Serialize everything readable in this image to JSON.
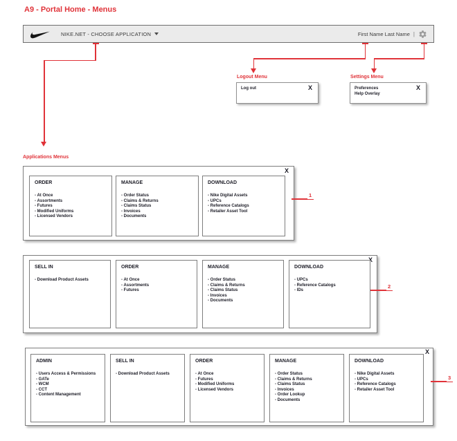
{
  "page_title": "A9 - Portal Home - Menus",
  "header": {
    "logo": "nike-swoosh",
    "app_chooser": "NIKE.NET - CHOOSE APPLICATION",
    "user_name": "First Name Last Name",
    "separator": "|"
  },
  "callouts": {
    "applications_menus_label": "Applications Menus",
    "logout_menu_label": "Logout Menu",
    "settings_menu_label": "Settings Menu"
  },
  "logout_menu": {
    "close": "X",
    "items": [
      "Log out"
    ]
  },
  "settings_menu": {
    "close": "X",
    "items": [
      "Preferences",
      "Help Overlay"
    ]
  },
  "item_prefix": "- ",
  "app_panels": [
    {
      "ref": "1",
      "close": "X",
      "columns": [
        {
          "title": "ORDER",
          "items": [
            "At Once",
            "Assortments",
            "Futures",
            "Modified Uniforms",
            "Licensed Vendors"
          ]
        },
        {
          "title": "MANAGE",
          "items": [
            "Order Status",
            "Claims & Returns",
            "Claims Status",
            "Invoices",
            "Documents"
          ]
        },
        {
          "title": "DOWNLOAD",
          "items": [
            "Nike Digital Assets",
            "UPCs",
            "Reference Catalogs",
            "Retailer Asset Tool"
          ]
        }
      ]
    },
    {
      "ref": "2",
      "close": "X",
      "columns": [
        {
          "title": "SELL IN",
          "items": [
            "Download Product Assets"
          ]
        },
        {
          "title": "ORDER",
          "items": [
            "At Once",
            "Assortments",
            "Futures"
          ]
        },
        {
          "title": "MANAGE",
          "items": [
            "Order Status",
            "Claims & Returns",
            "Claims Status",
            "Invoices",
            "Documents"
          ]
        },
        {
          "title": "DOWNLOAD",
          "items": [
            "UPCs",
            "Reference Catalogs",
            "IDs"
          ]
        }
      ]
    },
    {
      "ref": "3",
      "close": "X",
      "columns": [
        {
          "title": "ADMIN",
          "items": [
            "Users Access & Permissions",
            "GATe",
            "WCM",
            "CCT",
            "Content Management"
          ]
        },
        {
          "title": "SELL IN",
          "items": [
            "Download Product Assets"
          ]
        },
        {
          "title": "ORDER",
          "items": [
            "At Once",
            "Futures",
            "Modified Uniforms",
            "Licensed Vendors"
          ]
        },
        {
          "title": "MANAGE",
          "items": [
            "Order Status",
            "Claims & Returns",
            "Claims Status",
            "Invoices",
            "Order Lookup",
            "Documents"
          ]
        },
        {
          "title": "DOWNLOAD",
          "items": [
            "Nike Digital Assets",
            "UPCs",
            "Reference Catalogs",
            "Retailer Asset Tool"
          ]
        }
      ]
    }
  ],
  "colors": {
    "accent_red": "#e03238",
    "header_bg": "#ebebeb",
    "panel_border": "#7d7d7d",
    "text_dark": "#20202a",
    "gear_gray": "#9a9a9a"
  }
}
